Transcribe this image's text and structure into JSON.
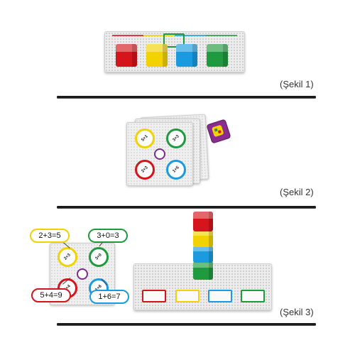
{
  "figures": {
    "fig1_label": "(Şekil 1)",
    "fig2_label": "(Şekil 2)",
    "fig3_label": "(Şekil 3)"
  },
  "colors": {
    "red": "#d5141b",
    "yellow": "#f2d200",
    "blue": "#1a9be0",
    "green": "#1f9a3e",
    "purple": "#7b2d8e"
  },
  "figure1": {
    "cube_colors": [
      "red",
      "yellow",
      "blue",
      "green"
    ]
  },
  "figure2": {
    "card_discs": [
      "5+1",
      "3+3",
      "2+3",
      "1+5"
    ]
  },
  "figure3": {
    "equations": [
      "2+3=5",
      "3+0=3",
      "5+4=9",
      "1+6=7"
    ],
    "card_discs": [
      "2+3",
      "3+0",
      "5+4",
      "1+6"
    ],
    "stack_colors": [
      "red",
      "yellow",
      "blue",
      "green"
    ],
    "slot_colors": [
      "red",
      "yellow",
      "blue",
      "green"
    ]
  }
}
